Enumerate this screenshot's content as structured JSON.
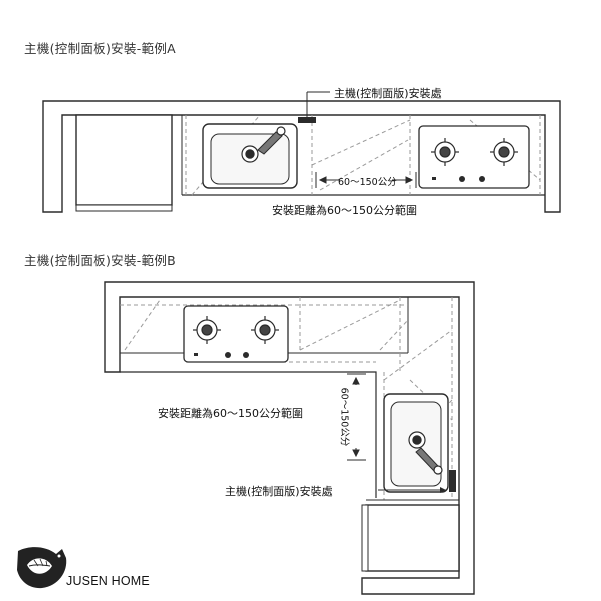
{
  "diagram_a": {
    "title": "主機(控制面板)安裝-範例A",
    "install_location": "主機(控制面版)安裝處",
    "dimension": "60～150公分",
    "range_note": "安裝距離為60～150公分範圍"
  },
  "diagram_b": {
    "title": "主機(控制面板)安裝-範例B",
    "install_location": "主機(控制面版)安裝處",
    "dimension": "60～150公分",
    "range_note": "安裝距離為60～150公分範圍"
  },
  "logo": {
    "text": "JUSEN HOME"
  },
  "colors": {
    "line": "#2b2b2b",
    "dash": "#9a9a9a",
    "fill_light": "#f4f4f4"
  }
}
